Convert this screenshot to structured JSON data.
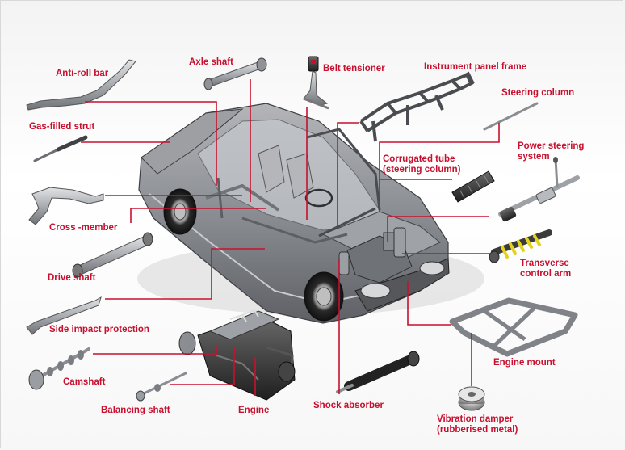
{
  "colors": {
    "label": "#c8102e",
    "leader": "#c8102e",
    "car_body": "#8d8f93",
    "car_dark": "#4a4c50",
    "part_metal": "#a9acb0",
    "part_dark": "#3a3a3a",
    "spring_yellow": "#e4d21e"
  },
  "labels": {
    "anti_roll_bar": "Anti-roll bar",
    "axle_shaft": "Axle shaft",
    "belt_tensioner": "Belt tensioner",
    "instrument_panel_frame": "Instrument panel frame",
    "steering_column": "Steering column",
    "gas_filled_strut": "Gas-filled strut",
    "corrugated_tube_line1": "Corrugated tube",
    "corrugated_tube_line2": "(steering column)",
    "power_steering_line1": "Power steering",
    "power_steering_line2": "system",
    "cross_member": "Cross -member",
    "transverse_line1": "Transverse",
    "transverse_line2": "control arm",
    "drive_shaft": "Drive shaft",
    "side_impact_protection": "Side impact protection",
    "engine_mount": "Engine mount",
    "camshaft": "Camshaft",
    "balancing_shaft": "Balancing shaft",
    "engine": "Engine",
    "shock_absorber": "Shock absorber",
    "vibration_line1": "Vibration damper",
    "vibration_line2": "(rubberised metal)"
  }
}
